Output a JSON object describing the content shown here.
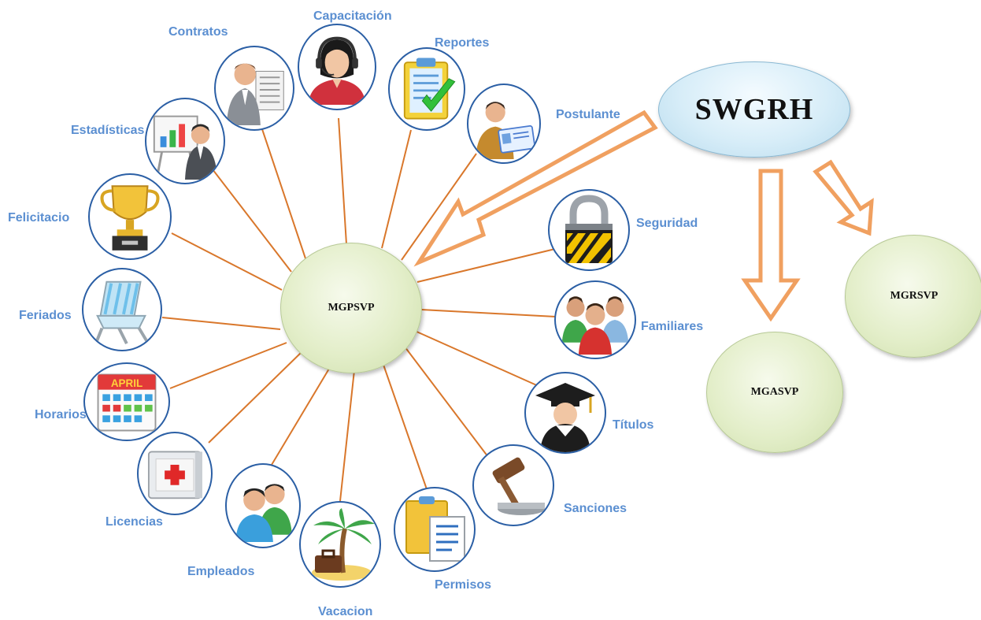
{
  "root": {
    "label": "SWGRH"
  },
  "subsystems": {
    "center": "MGPSVP",
    "mgrsvp": "MGRSVP",
    "mgasvp": "MGASVP"
  },
  "modules": [
    {
      "id": "contratos",
      "label": "Contratos",
      "icon": "contract-person-icon"
    },
    {
      "id": "capacitacion",
      "label": "Capacitación",
      "icon": "headset-operator-icon"
    },
    {
      "id": "reportes",
      "label": "Reportes",
      "icon": "clipboard-check-icon"
    },
    {
      "id": "postulante",
      "label": "Postulante",
      "icon": "id-card-person-icon"
    },
    {
      "id": "estadisticas",
      "label": "Estadísticas",
      "icon": "presentation-chart-icon"
    },
    {
      "id": "felicitacio",
      "label": "Felicitacio",
      "icon": "trophy-icon"
    },
    {
      "id": "seguridad",
      "label": "Seguridad",
      "icon": "padlock-icon"
    },
    {
      "id": "feriados",
      "label": "Feriados",
      "icon": "beach-chair-icon"
    },
    {
      "id": "familiares",
      "label": "Familiares",
      "icon": "family-group-icon"
    },
    {
      "id": "horarios",
      "label": "Horarios",
      "icon": "calendar-icon",
      "icon_text": "APRIL"
    },
    {
      "id": "titulos",
      "label": "Títulos",
      "icon": "graduate-icon"
    },
    {
      "id": "licencias",
      "label": "Licencias",
      "icon": "medical-kit-icon"
    },
    {
      "id": "sanciones",
      "label": "Sanciones",
      "icon": "gavel-icon"
    },
    {
      "id": "empleados",
      "label": "Empleados",
      "icon": "employees-icon"
    },
    {
      "id": "permisos",
      "label": "Permisos",
      "icon": "documents-icon"
    },
    {
      "id": "vacacion",
      "label": "Vacacion",
      "icon": "palm-tree-suitcase-icon"
    }
  ],
  "colors": {
    "connector": "#d9772b",
    "arrow_outline": "#f0a060",
    "label": "#5b8fd1",
    "module_border": "#2b5fa5",
    "center_fill": "#e3eec9",
    "root_fill": "#d7edf8"
  }
}
